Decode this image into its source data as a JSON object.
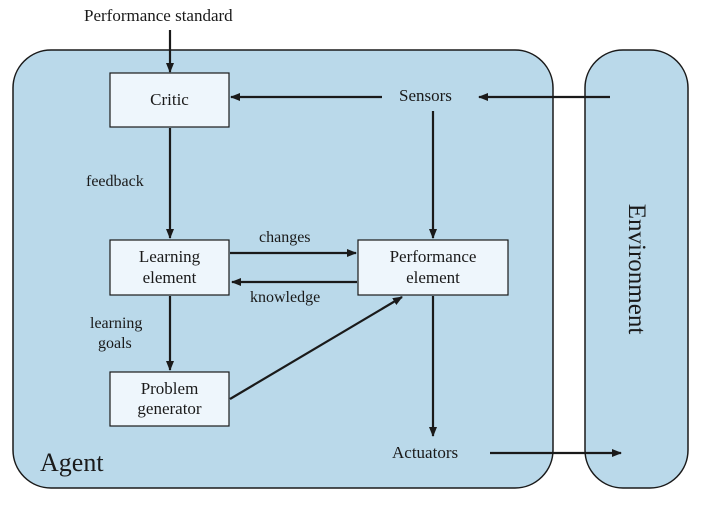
{
  "labels": {
    "performance_standard": "Performance standard",
    "sensors": "Sensors",
    "actuators": "Actuators",
    "agent": "Agent",
    "environment": "Environment",
    "feedback": "feedback",
    "changes": "changes",
    "knowledge": "knowledge",
    "learning_goals_line1": "learning",
    "learning_goals_line2": "goals"
  },
  "boxes": {
    "critic": {
      "line1": "Critic"
    },
    "learning": {
      "line1": "Learning",
      "line2": "element"
    },
    "performance": {
      "line1": "Performance",
      "line2": "element"
    },
    "problem": {
      "line1": "Problem",
      "line2": "generator"
    }
  },
  "colors": {
    "region_fill": "#bad9ea",
    "box_fill": "#eef6fc",
    "stroke": "#1a1a1a"
  }
}
